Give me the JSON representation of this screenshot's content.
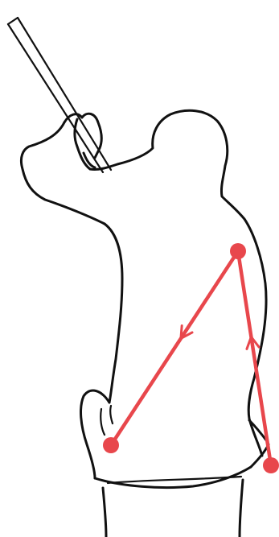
{
  "figure": {
    "subject": "",
    "colors": {
      "outline": "#111111",
      "marker": "#e8474c",
      "background": "#ffffff"
    },
    "markers": [
      {
        "id": "shoulder",
        "name": "marker-shoulder"
      },
      {
        "id": "hip-left",
        "name": "marker-hip-left"
      },
      {
        "id": "hip-right",
        "name": "marker-hip-right"
      }
    ],
    "arrows": [
      {
        "from": "shoulder",
        "to": "hip-left",
        "direction": "down"
      },
      {
        "from": "hip-right",
        "to": "shoulder",
        "direction": "up"
      }
    ]
  }
}
